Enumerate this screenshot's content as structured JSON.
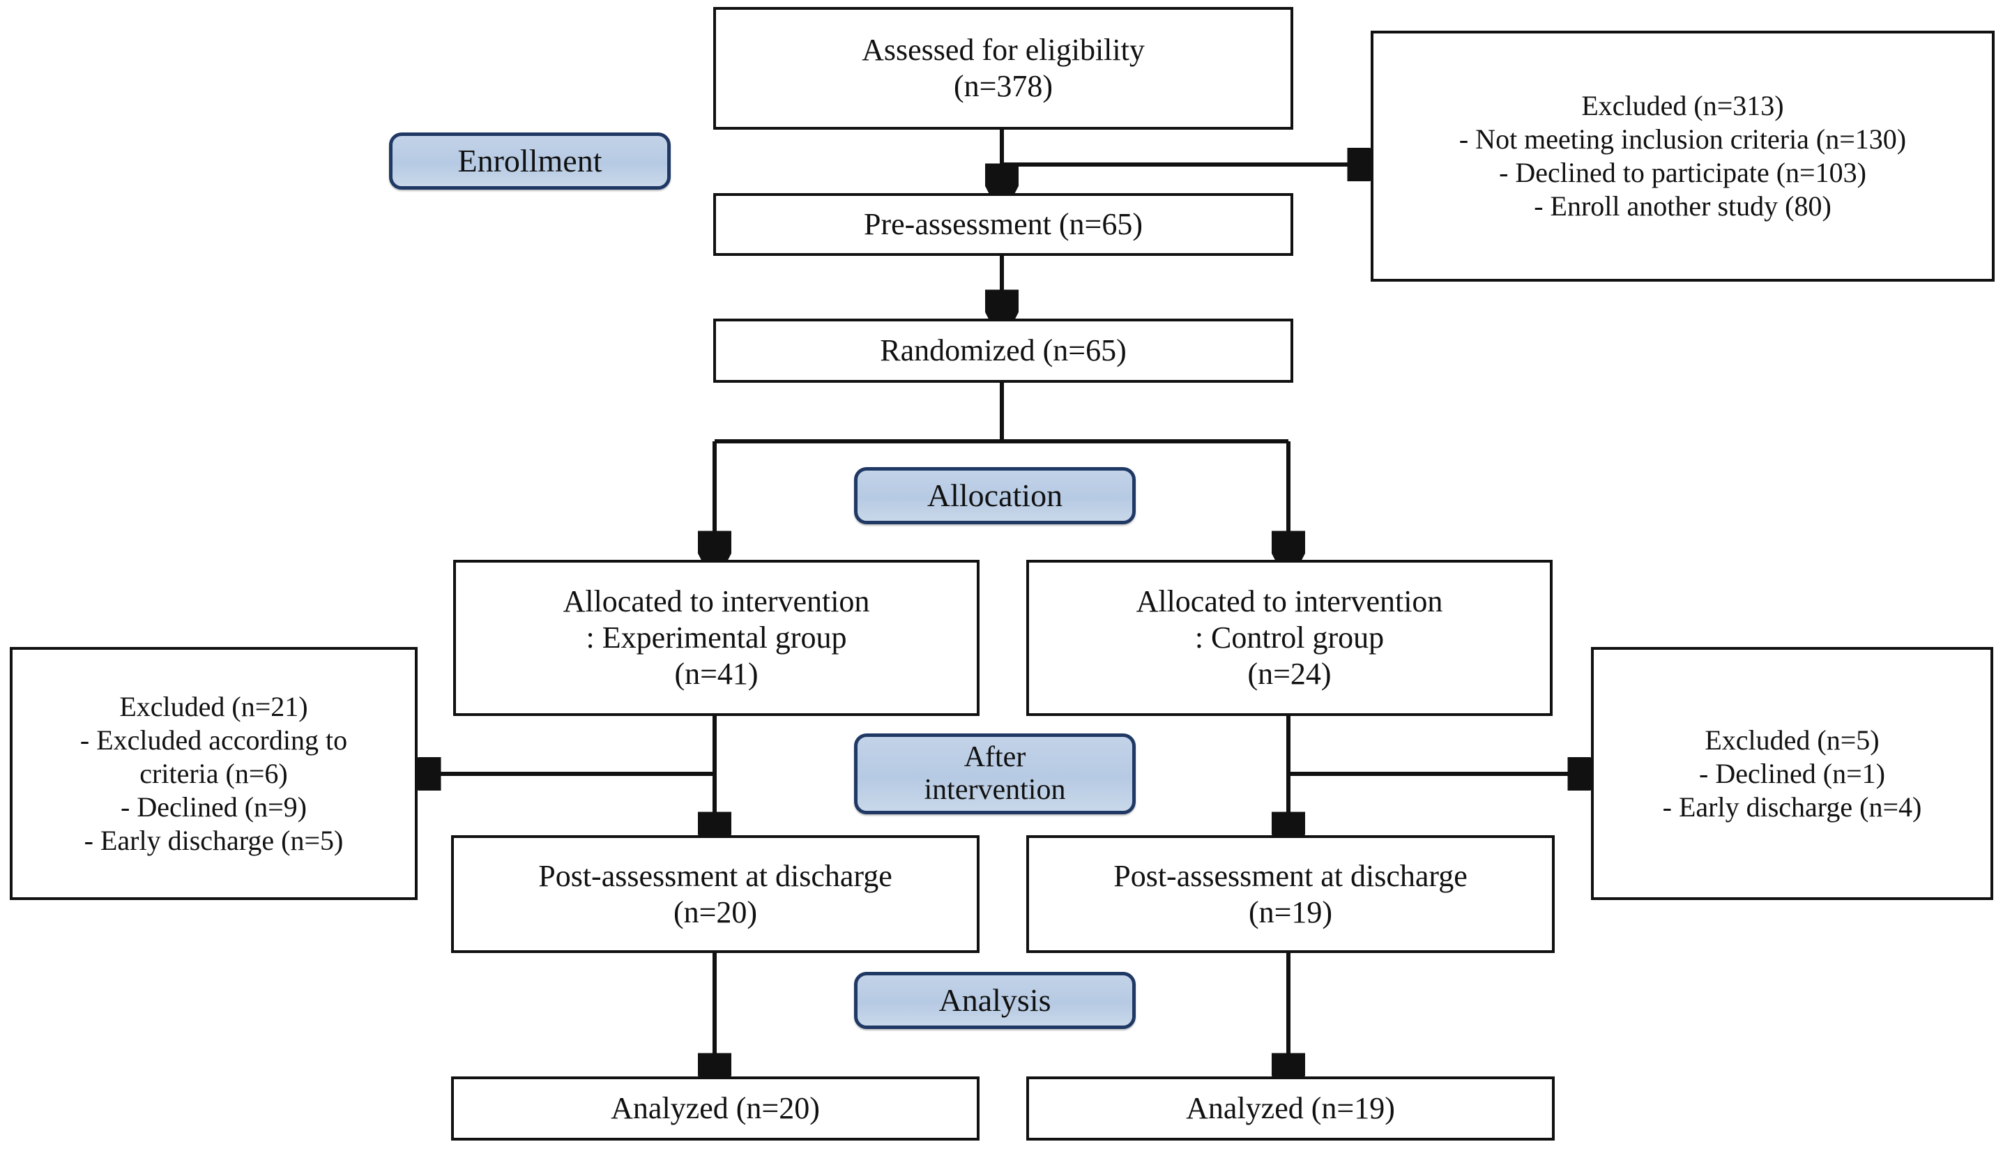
{
  "diagram": {
    "title": "CONSORT participant flow diagram",
    "accent_color": "#1f3864",
    "pill_fill": "#bdd0e6",
    "line_color": "#111111",
    "box_border_color": "#111111"
  },
  "stage_labels": {
    "enrollment": "Enrollment",
    "allocation": "Allocation",
    "after_intervention_line1": "After",
    "after_intervention_line2": "intervention",
    "analysis": "Analysis"
  },
  "nodes": {
    "assessed": {
      "line1": "Assessed for eligibility",
      "line2": "(n=378)"
    },
    "excluded_enrollment": {
      "line1": "Excluded (n=313)",
      "line2": "- Not meeting inclusion criteria (n=130)",
      "line3": "- Declined to participate (n=103)",
      "line4": "- Enroll another study (80)"
    },
    "pre_assessment": {
      "line1": "Pre-assessment (n=65)"
    },
    "randomized": {
      "line1": "Randomized (n=65)"
    },
    "alloc_experimental": {
      "line1": "Allocated to intervention",
      "line2": ": Experimental group",
      "line3": "(n=41)"
    },
    "alloc_control": {
      "line1": "Allocated to intervention",
      "line2": ": Control group",
      "line3": "(n=24)"
    },
    "excluded_experimental": {
      "line1": "Excluded (n=21)",
      "line2": "- Excluded according to",
      "line3": "criteria (n=6)",
      "line4": "- Declined (n=9)",
      "line5": "- Early discharge (n=5)"
    },
    "excluded_control": {
      "line1": "Excluded (n=5)",
      "line2": "- Declined (n=1)",
      "line3": "- Early discharge (n=4)"
    },
    "post_experimental": {
      "line1": "Post-assessment at discharge",
      "line2": "(n=20)"
    },
    "post_control": {
      "line1": "Post-assessment at discharge",
      "line2": "(n=19)"
    },
    "analyzed_experimental": {
      "line1": "Analyzed (n=20)"
    },
    "analyzed_control": {
      "line1": "Analyzed (n=19)"
    }
  },
  "chart_data": {
    "type": "diagram",
    "title": "CONSORT flow diagram",
    "flow": [
      {
        "stage": "Enrollment",
        "node": "Assessed for eligibility",
        "n": 378
      },
      {
        "stage": "Enrollment",
        "node": "Excluded",
        "n": 313,
        "reasons": [
          {
            "label": "Not meeting inclusion criteria",
            "n": 130
          },
          {
            "label": "Declined to participate",
            "n": 103
          },
          {
            "label": "Enroll another study",
            "n": 80
          }
        ]
      },
      {
        "stage": "Enrollment",
        "node": "Pre-assessment",
        "n": 65
      },
      {
        "stage": "Enrollment",
        "node": "Randomized",
        "n": 65
      },
      {
        "stage": "Allocation",
        "node": "Allocated to intervention : Experimental group",
        "n": 41
      },
      {
        "stage": "Allocation",
        "node": "Allocated to intervention : Control group",
        "n": 24
      },
      {
        "stage": "After intervention",
        "node": "Excluded (Experimental)",
        "n": 21,
        "reasons": [
          {
            "label": "Excluded according to criteria",
            "n": 6
          },
          {
            "label": "Declined",
            "n": 9
          },
          {
            "label": "Early discharge",
            "n": 5
          }
        ]
      },
      {
        "stage": "After intervention",
        "node": "Excluded (Control)",
        "n": 5,
        "reasons": [
          {
            "label": "Declined",
            "n": 1
          },
          {
            "label": "Early discharge",
            "n": 4
          }
        ]
      },
      {
        "stage": "After intervention",
        "node": "Post-assessment at discharge (Experimental)",
        "n": 20
      },
      {
        "stage": "After intervention",
        "node": "Post-assessment at discharge (Control)",
        "n": 19
      },
      {
        "stage": "Analysis",
        "node": "Analyzed (Experimental)",
        "n": 20
      },
      {
        "stage": "Analysis",
        "node": "Analyzed (Control)",
        "n": 19
      }
    ]
  }
}
